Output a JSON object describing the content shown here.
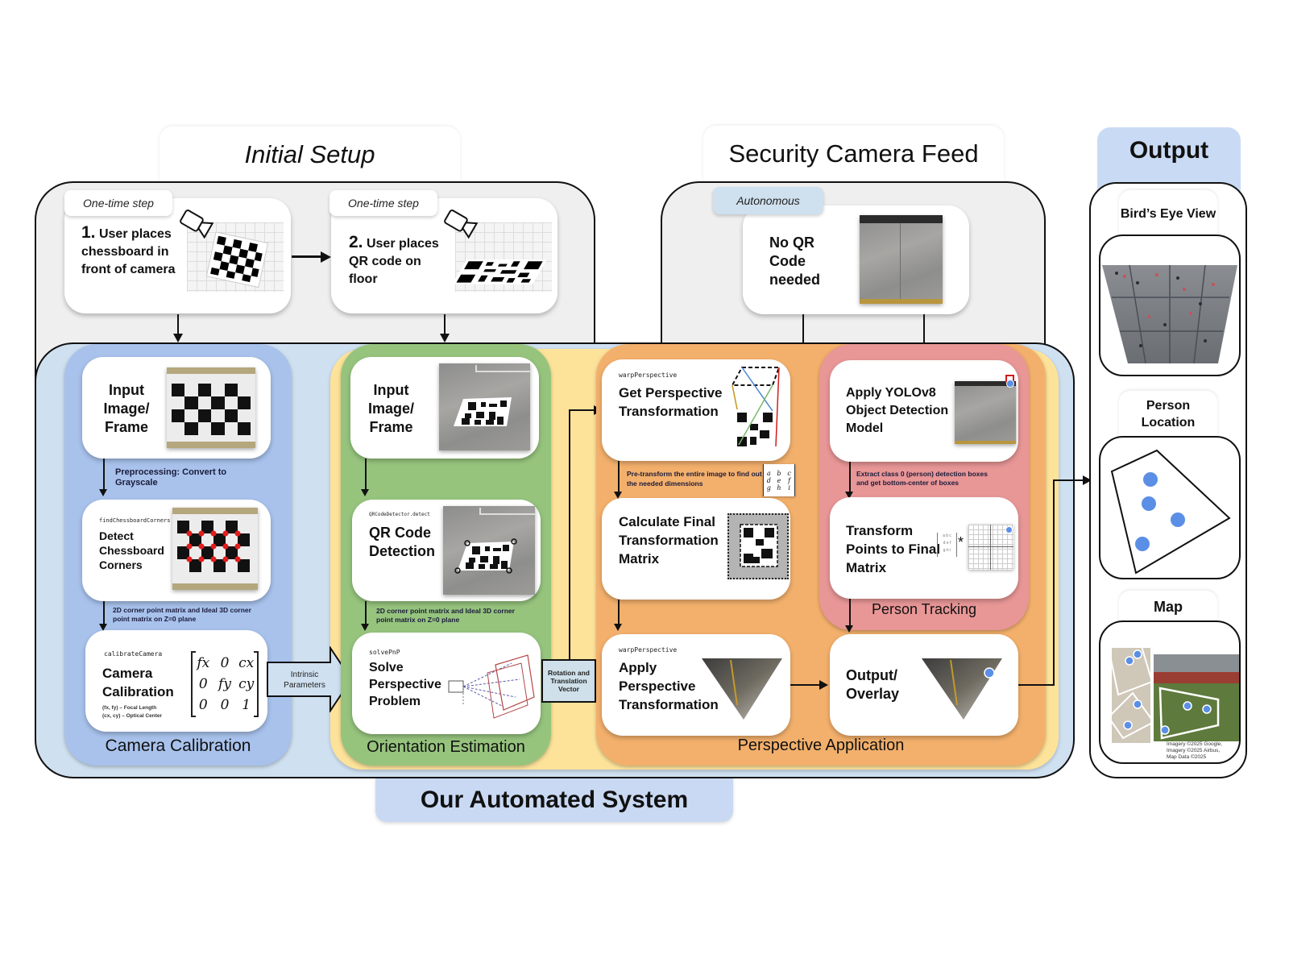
{
  "sections": {
    "initial_setup": {
      "title": "Initial Setup"
    },
    "security_feed": {
      "title": "Security Camera Feed"
    },
    "output": {
      "title": "Output"
    },
    "automated_system": {
      "title": "Our Automated System"
    }
  },
  "initial_setup": {
    "step1": {
      "badge": "One-time step",
      "number": "1.",
      "text": "User places chessboard in front of camera"
    },
    "step2": {
      "badge": "One-time step",
      "number": "2.",
      "text": "User places QR code on floor"
    }
  },
  "security_feed": {
    "badge": "Autonomous",
    "card_text": "No QR Code needed"
  },
  "camera_calibration": {
    "label": "Camera Calibration",
    "input_card": "Input Image/ Frame",
    "note1": "Preprocessing: Convert to Grayscale",
    "detect_fn": "findChessboardCorners",
    "detect_card": "Detect Chessboard Corners",
    "note2": "2D corner point matrix and Ideal 3D corner point matrix on Z=0 plane",
    "calib_fn": "calibrateCamera",
    "calib_card": "Camera Calibration",
    "legend_focal": "(fx, fy) – Focal Length",
    "legend_center": "(cx, cy) – Optical Center",
    "matrix": [
      [
        "fx",
        "0",
        "cx"
      ],
      [
        "0",
        "fy",
        "cy"
      ],
      [
        "0",
        "0",
        "1"
      ]
    ]
  },
  "intrinsic_arrow": {
    "label": "Intrinsic Parameters"
  },
  "orientation_estimation": {
    "label": "Orientation Estimation",
    "input_card": "Input Image/ Frame",
    "qr_fn": "QRCodeDetector.detect",
    "qr_card": "QR Code Detection",
    "note": "2D corner point matrix and Ideal 3D corner point matrix on Z=0 plane",
    "pnp_fn": "solvePnP",
    "pnp_card": "Solve Perspective Problem"
  },
  "rotation_box": {
    "label": "Rotation and Translation Vector"
  },
  "perspective_application": {
    "label": "Perspective Application",
    "get_fn": "warpPerspective",
    "get_card": "Get Perspective Transformation",
    "note": "Pre-transform the entire image to find out the needed dimensions",
    "matrix": [
      [
        "a",
        "b",
        "c"
      ],
      [
        "d",
        "e",
        "f"
      ],
      [
        "g",
        "h",
        "i"
      ]
    ],
    "calc_card": "Calculate Final Transformation Matrix",
    "apply_fn": "warpPerspective",
    "apply_card": "Apply Perspective Transformation",
    "output_card": "Output/ Overlay"
  },
  "person_tracking": {
    "label": "Person Tracking",
    "yolo_card": "Apply YOLOv8 Object Detection Model",
    "note": "Extract class 0 (person) detection boxes and get bottom-center of boxes",
    "transform_card": "Transform Points to Final Matrix",
    "operator": "*"
  },
  "output": {
    "birds_eye": "Bird’s Eye View",
    "person_location": "Person Location",
    "map": "Map",
    "map_credit": [
      "Imagery ©2025 Google,",
      "Imagery ©2025 Airbus,",
      "Map Data ©2025"
    ]
  },
  "colors": {
    "calibration_blue": "#a8c2ec",
    "orientation_green": "#96c47d",
    "perspective_orange": "#f3b06c",
    "tracking_red": "#e89696",
    "system_bg": "#cfe0f0",
    "yellow_band": "#fde39a",
    "output_tab": "#c9dbf4",
    "point_blue": "#5b8fe6"
  }
}
